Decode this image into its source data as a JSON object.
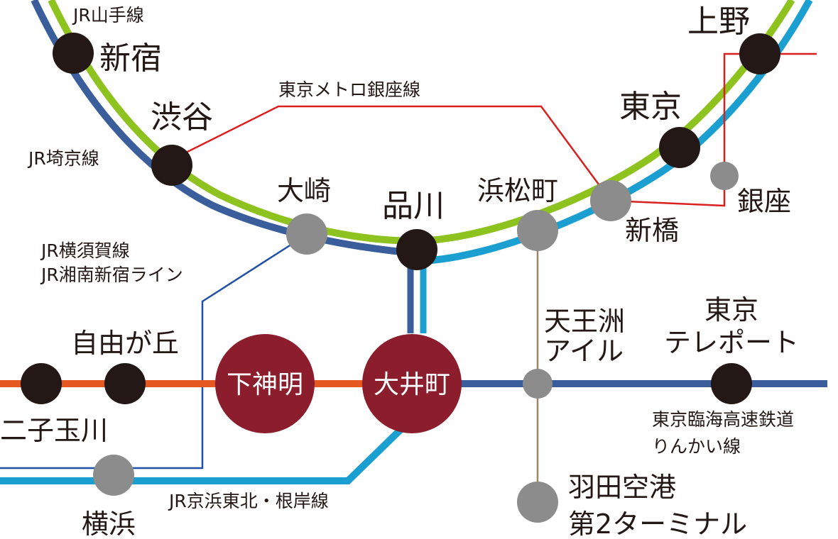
{
  "colors": {
    "yamanote": "#8dc21f",
    "saikyo": "#3a5e9c",
    "keihin": "#1a9fd0",
    "ginza": "#d9201f",
    "oimachi": "#e5581f",
    "rinkai": "#3a5e9c",
    "monorail": "#a08565",
    "yokosuka": "#1f4fa6",
    "major_station": "#231815",
    "minor_station": "#8c8c8c",
    "highlight_station": "#8c1d2c"
  },
  "lines": {
    "yamanote": "JR山手線",
    "ginza": "東京メトロ銀座線",
    "saikyo": "JR埼京線",
    "yokosuka_1": "JR横須賀線",
    "yokosuka_2": "JR湘南新宿ライン",
    "keihin": "JR京浜東北・根岸線",
    "rinkai_1": "東京臨海高速鉄道",
    "rinkai_2": "りんかい線"
  },
  "stations": {
    "shinjuku": "新宿",
    "shibuya": "渋谷",
    "osaki": "大崎",
    "shinagawa": "品川",
    "hamamatsucho": "浜松町",
    "shimbashi": "新橋",
    "tokyo": "東京",
    "ueno": "上野",
    "ginza": "銀座",
    "jiyugaoka": "自由が丘",
    "futakotamagawa": "二子玉川",
    "shimoshinmei": "下神明",
    "oimachi": "大井町",
    "tennozu_1": "天王洲",
    "tennozu_2": "アイル",
    "teleport_1": "東京",
    "teleport_2": "テレポート",
    "yokohama": "横浜",
    "haneda_1": "羽田空港",
    "haneda_2": "第2ターミナル"
  }
}
